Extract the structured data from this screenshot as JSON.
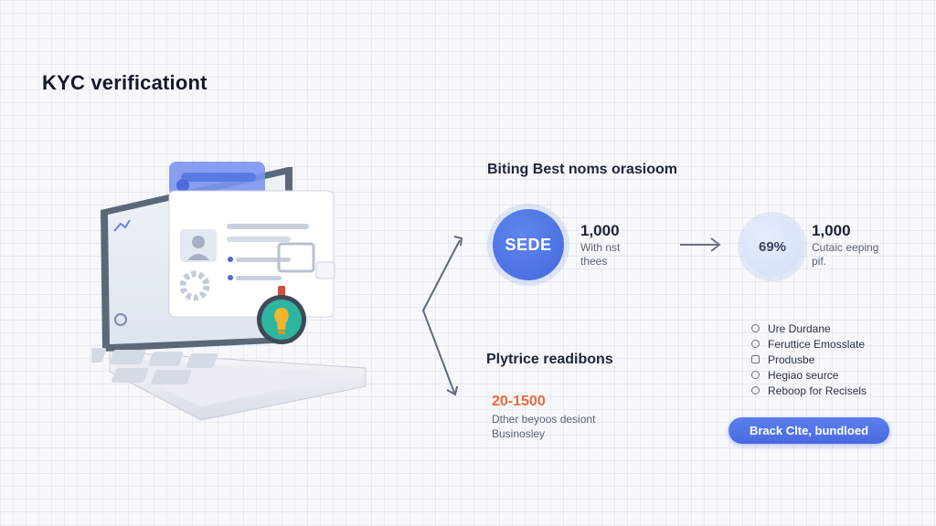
{
  "page": {
    "title": "KYC verificationt"
  },
  "top_section": {
    "title": "Biting Best noms orasioom",
    "main_circle_label": "SEDE",
    "stat1": {
      "value": "1,000",
      "line1": "With nst",
      "line2": "thees"
    },
    "pct_circle_label": "69%",
    "stat2": {
      "value": "1,000",
      "line1": "Cutaic eeping",
      "line2": "pif."
    }
  },
  "bottom_section": {
    "title": "Plytrice readibons",
    "range": "20-1500",
    "line1": "Dther beyoos desiont",
    "line2": "Businosley"
  },
  "features": [
    {
      "label": "Ure Durdane",
      "icon": "circle-bullet-icon"
    },
    {
      "label": "Feruttice Emosslate",
      "icon": "circle-bullet-icon"
    },
    {
      "label": "Produsbe",
      "icon": "square-bullet-icon"
    },
    {
      "label": "Hegiao seurce",
      "icon": "circle-bullet-icon"
    },
    {
      "label": "Reboop for Recisels",
      "icon": "circle-bullet-icon"
    }
  ],
  "cta": {
    "label": "Brack Clte, bundloed"
  },
  "colors": {
    "accent": "#4a6ae0",
    "orange": "#ea6a3c",
    "pale_circle": "#dce4f8",
    "lens_teal": "#2fb6a0"
  }
}
